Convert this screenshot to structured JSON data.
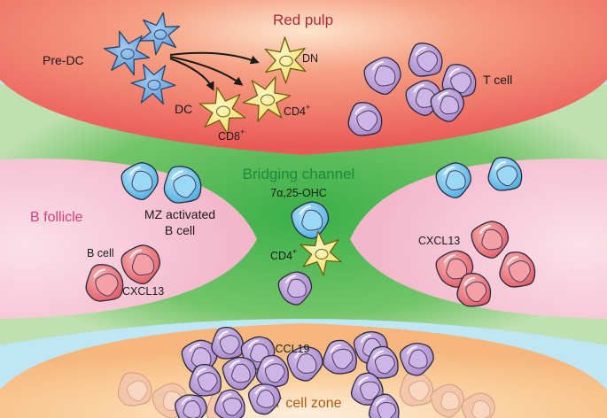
{
  "regions": {
    "red_pulp": "Red pulp",
    "bridging_channel": "Bridging channel",
    "b_follicle": "B follicle",
    "t_cell_zone": "T cell zone"
  },
  "labels": {
    "pre_dc": "Pre-DC",
    "dn": "DN",
    "dc": "DC",
    "cd4_red": "CD4",
    "cd4_red_sup": "+",
    "cd8": "CD8",
    "cd8_sup": "+",
    "t_cell": "T cell",
    "oxysterol": "7α,25-OHC",
    "mz_activated_line1": "MZ activated",
    "mz_activated_line2": "B cell",
    "cd4_bridge": "CD4",
    "cd4_bridge_sup": "+",
    "b_cell": "B cell",
    "cxcl13_left": "CXCL13",
    "cxcl13_right": "CXCL13",
    "ccl19": "CCL19"
  },
  "colors": {
    "red_pulp": "#ee6a62",
    "bridging": "#42b54d",
    "follicle": "#f7c9d6",
    "t_zone": "#f8c789",
    "side_blue": "#bfe6f5",
    "pre_dc": "#5a9ad8",
    "dc": "#f3e97a",
    "t_cell": "#b89ad4",
    "b_cell_blue": "#6cc3ec",
    "b_cell_red": "#ec7e84",
    "t_zone_faded": "#f0bda0"
  }
}
